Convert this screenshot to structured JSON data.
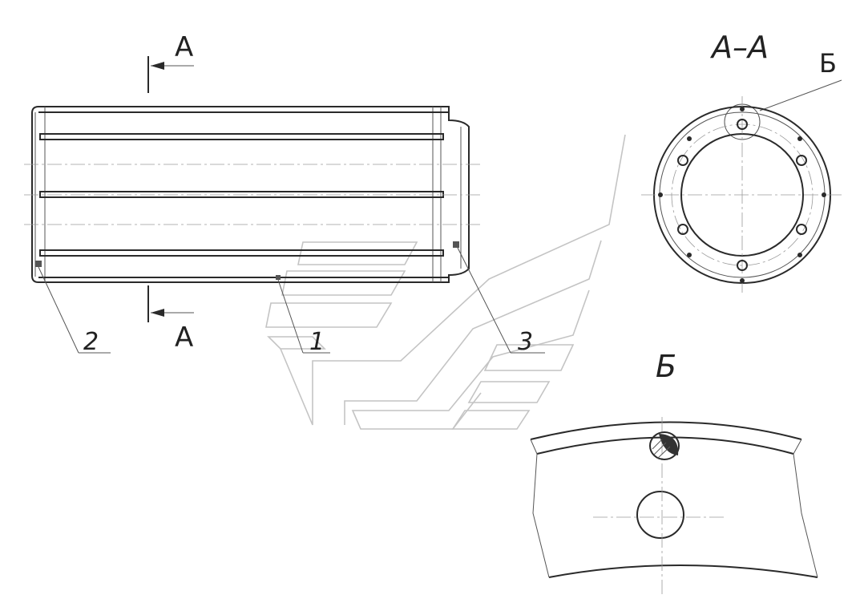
{
  "section_cut": {
    "letter_top": "А",
    "letter_bottom": "А"
  },
  "section_view": {
    "title": "А–А",
    "detail_callout": "Б"
  },
  "detail_view": {
    "title": "Б"
  },
  "leaders": {
    "item_1": "1",
    "item_2": "2",
    "item_3": "3"
  },
  "colors": {
    "line": "#2a2a2a",
    "centerline": "#9a9a9a",
    "watermark": "#c4c4c4",
    "background": "#ffffff"
  }
}
